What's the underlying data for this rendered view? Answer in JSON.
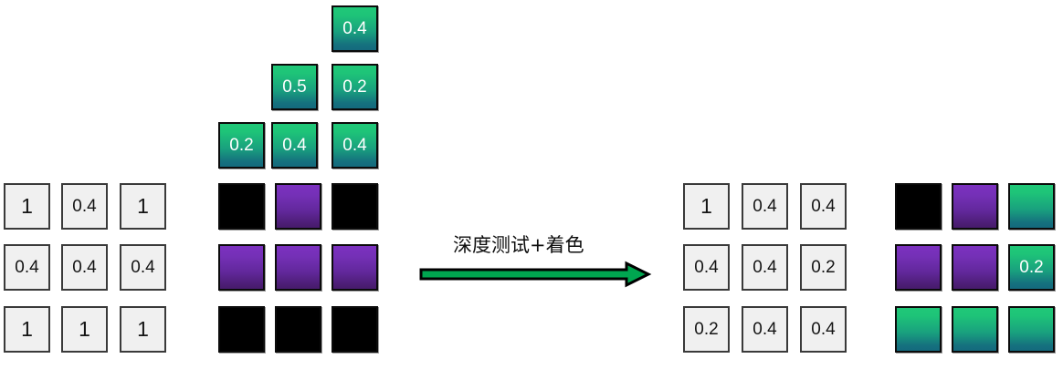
{
  "diagram": {
    "title": "深度测试+着色",
    "arrow": {
      "label": "深度测试+着色",
      "fill_color": "#00a650",
      "outline_color": "#000000",
      "direction": "right"
    },
    "colors": {
      "depth_cell_fill": "#f0f0f0",
      "depth_cell_border": "#3a3a3a",
      "green_top": "#20c878",
      "green_bottom": "#146a7d",
      "purple_top": "#7c31c0",
      "purple_bottom": "#471b6c",
      "black": "#000000",
      "swatch_border": "#0b0b0b"
    },
    "panels": [
      {
        "id": "depth-buffer-before",
        "name": "depth-buffer-before",
        "kind": "depth",
        "rows": [
          [
            "1",
            "0.4",
            "1"
          ],
          [
            "0.4",
            "0.4",
            "0.4"
          ],
          [
            "1",
            "1",
            "1"
          ]
        ]
      },
      {
        "id": "fragment-triangle",
        "name": "incoming-fragment-depths",
        "kind": "swatch",
        "rows": [
          [
            null,
            null,
            {
              "style": "green",
              "label": "0.4"
            }
          ],
          [
            null,
            {
              "style": "green",
              "label": "0.5"
            },
            {
              "style": "green",
              "label": "0.2"
            }
          ],
          [
            {
              "style": "green",
              "label": "0.2"
            },
            {
              "style": "green",
              "label": "0.4"
            },
            {
              "style": "green",
              "label": "0.4"
            }
          ]
        ]
      },
      {
        "id": "color-buffer-before",
        "name": "color-buffer-before",
        "kind": "swatch",
        "rows": [
          [
            {
              "style": "black",
              "label": ""
            },
            {
              "style": "purple",
              "label": ""
            },
            {
              "style": "black",
              "label": ""
            }
          ],
          [
            {
              "style": "purple",
              "label": ""
            },
            {
              "style": "purple",
              "label": ""
            },
            {
              "style": "purple",
              "label": ""
            }
          ],
          [
            {
              "style": "black",
              "label": ""
            },
            {
              "style": "black",
              "label": ""
            },
            {
              "style": "black",
              "label": ""
            }
          ]
        ]
      },
      {
        "id": "depth-buffer-after",
        "name": "depth-buffer-after",
        "kind": "depth",
        "rows": [
          [
            "1",
            "0.4",
            "0.4"
          ],
          [
            "0.4",
            "0.4",
            "0.2"
          ],
          [
            "0.2",
            "0.4",
            "0.4"
          ]
        ]
      },
      {
        "id": "color-buffer-after",
        "name": "color-buffer-after",
        "kind": "swatch",
        "rows": [
          [
            {
              "style": "black",
              "label": ""
            },
            {
              "style": "purple",
              "label": ""
            },
            {
              "style": "green",
              "label": ""
            }
          ],
          [
            {
              "style": "purple",
              "label": ""
            },
            {
              "style": "purple",
              "label": ""
            },
            {
              "style": "green",
              "label": "0.2"
            }
          ],
          [
            {
              "style": "green",
              "label": ""
            },
            {
              "style": "green",
              "label": ""
            },
            {
              "style": "green",
              "label": ""
            }
          ]
        ]
      }
    ]
  }
}
